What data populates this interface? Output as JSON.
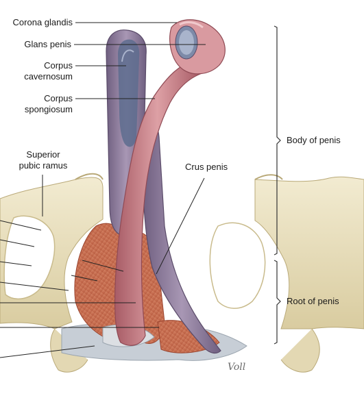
{
  "labels": {
    "corona_glandis": "Corona glandis",
    "glans_penis": "Glans penis",
    "corpus_cavernosum": [
      "Corpus",
      "cavernosum"
    ],
    "corpus_spongiosum": [
      "Corpus",
      "spongiosum"
    ],
    "superior_pubic_ramus": [
      "Superior",
      "pubic ramus"
    ],
    "crus_penis": "Crus penis",
    "body_of_penis": "Body of penis",
    "root_of_penis": "Root of penis"
  },
  "signature": "Voll",
  "colors": {
    "bone": "#ece3c4",
    "bone_shadow": "#c9bb8c",
    "cavernosum": "#8f7f9b",
    "cavernosum_inner": "#5d6c8e",
    "spongiosum": "#c9838a",
    "spongiosum_light": "#e4b1b4",
    "muscle": "#cf7353",
    "muscle_stripe": "#a84d34",
    "membrane": "#c7ced6",
    "leader": "#222222"
  }
}
